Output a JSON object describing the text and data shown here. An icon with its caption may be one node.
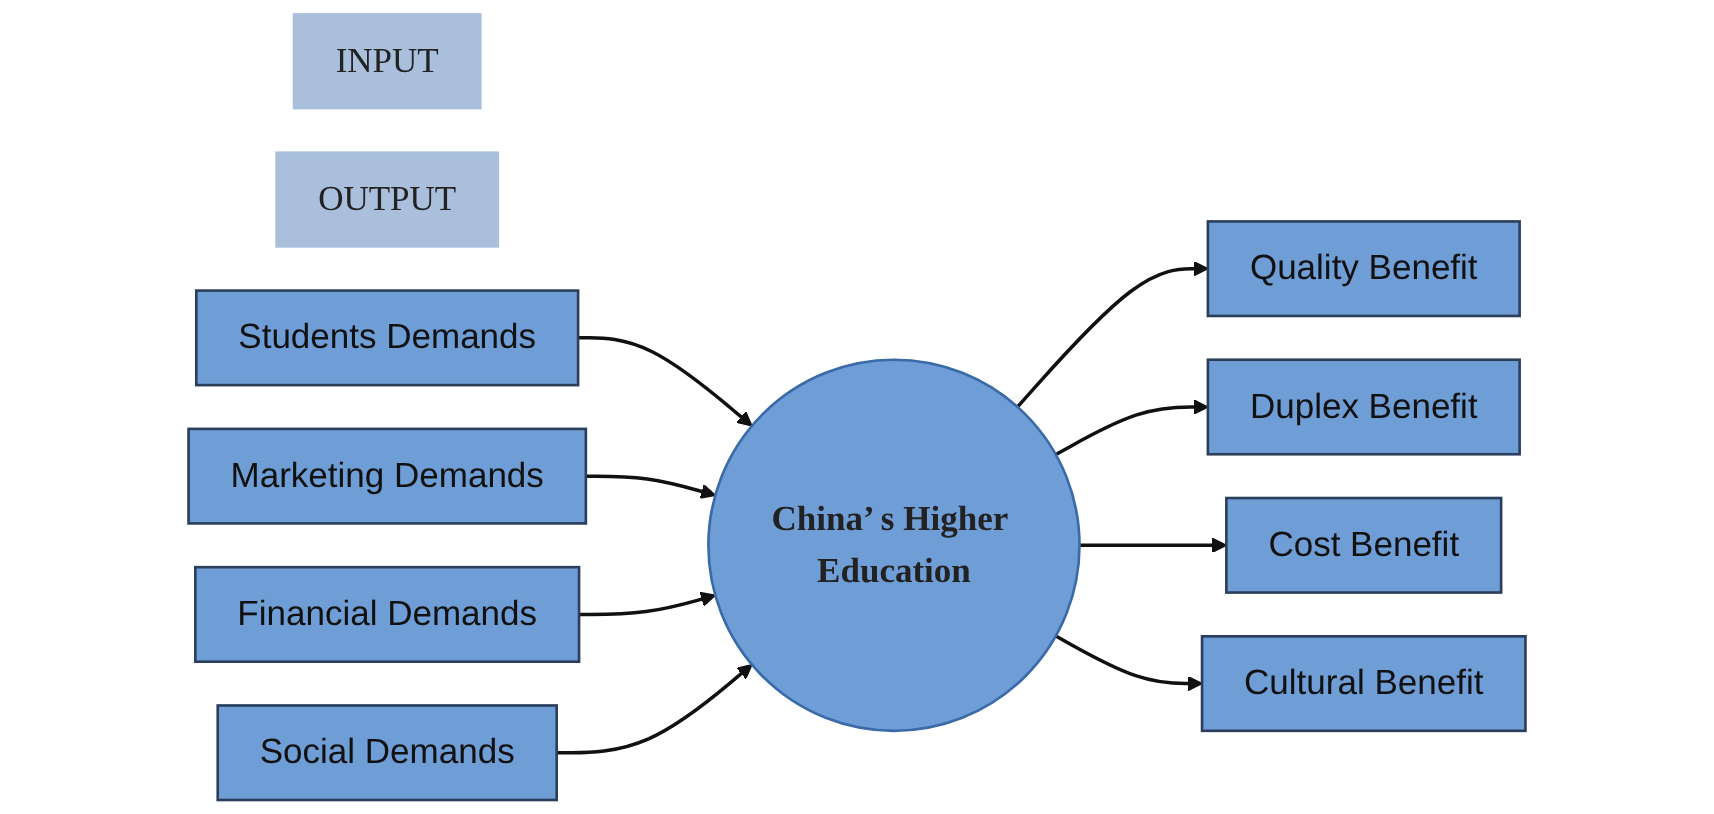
{
  "diagram": {
    "nodes": [
      {
        "text": [
          "INPUT"
        ]
      },
      {
        "text": [
          "OUTPUT"
        ]
      },
      {
        "text": [
          "Students Demands"
        ]
      },
      {
        "text": [
          "Marketing Demands"
        ]
      },
      {
        "text": [
          "Financial Demands"
        ]
      },
      {
        "text": [
          "Social Demands"
        ]
      },
      {
        "text": [
          "China’ s Higher Education"
        ]
      },
      {
        "text": [
          "Quality Benefit"
        ]
      },
      {
        "text": [
          "Duplex Benefit"
        ]
      },
      {
        "text": [
          "Cost Benefit"
        ]
      },
      {
        "text": [
          "Cultural Benefit"
        ]
      }
    ],
    "edges": [
      {
        "from": 2,
        "to": 6,
        "arrow": "to"
      },
      {
        "from": 3,
        "to": 6,
        "arrow": "to"
      },
      {
        "from": 4,
        "to": 6,
        "arrow": "to"
      },
      {
        "from": 5,
        "to": 6,
        "arrow": "to"
      },
      {
        "from": 6,
        "to": 7,
        "arrow": "to"
      },
      {
        "from": 6,
        "to": 8,
        "arrow": "to"
      },
      {
        "from": 6,
        "to": 9,
        "arrow": "to"
      },
      {
        "from": 6,
        "to": 10,
        "arrow": "to"
      }
    ]
  }
}
